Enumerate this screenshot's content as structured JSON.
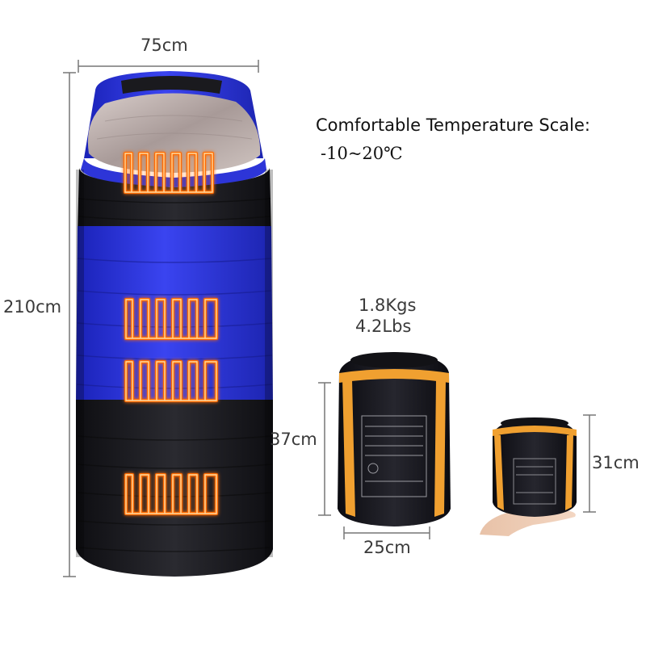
{
  "product": {
    "width_label": "75cm",
    "length_label": "210cm",
    "heating_pad_count": 4,
    "colors": {
      "shell_blue": "#2f37e0",
      "shell_black": "#1d1d22",
      "lining_grey": "#b8aba8",
      "heating_glow": "#ff6a00"
    }
  },
  "temperature": {
    "label": "Comfortable Temperature Scale:",
    "value": "-10~20℃"
  },
  "weight": {
    "kgs": "1.8Kgs",
    "lbs": "4.2Lbs"
  },
  "large_sack": {
    "height_label": "37cm",
    "width_label": "25cm",
    "strap_color": "#f0a030"
  },
  "small_sack": {
    "height_label": "31cm"
  }
}
